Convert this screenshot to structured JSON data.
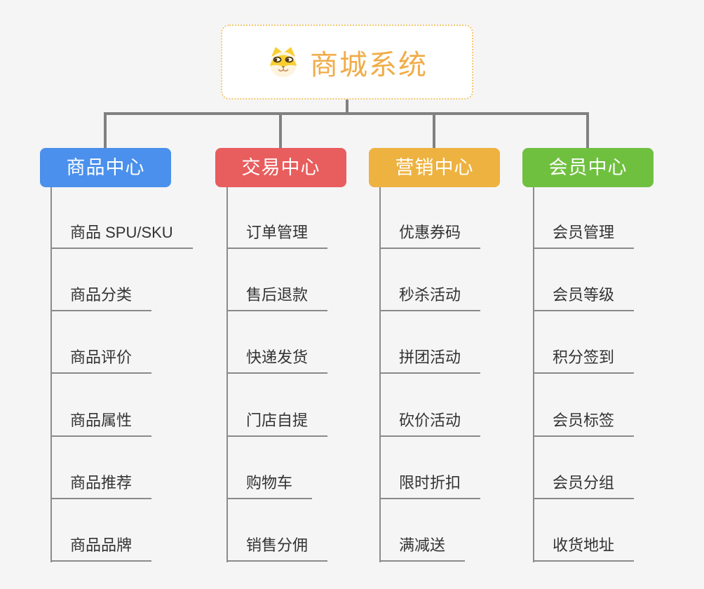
{
  "root": {
    "title": "商城系统",
    "icon": "dog-face-icon"
  },
  "colors": {
    "background": "#f5f5f6",
    "root_border": "#f2c76f",
    "root_title": "#f0ac48",
    "connector": "#818181",
    "leaf_line": "#8a8a8a",
    "leaf_text": "#333333",
    "branch_blue": "#4a90ec",
    "branch_red": "#e85d5d",
    "branch_orange": "#edb240",
    "branch_green": "#70c040"
  },
  "branches": [
    {
      "label": "商品中心",
      "color": "#4a90ec",
      "items": [
        "商品 SPU/SKU",
        "商品分类",
        "商品评价",
        "商品属性",
        "商品推荐",
        "商品品牌"
      ]
    },
    {
      "label": "交易中心",
      "color": "#e85d5d",
      "items": [
        "订单管理",
        "售后退款",
        "快递发货",
        "门店自提",
        "购物车",
        "销售分佣"
      ]
    },
    {
      "label": "营销中心",
      "color": "#edb240",
      "items": [
        "优惠券码",
        "秒杀活动",
        "拼团活动",
        "砍价活动",
        "限时折扣",
        "满减送"
      ]
    },
    {
      "label": "会员中心",
      "color": "#70c040",
      "items": [
        "会员管理",
        "会员等级",
        "积分签到",
        "会员标签",
        "会员分组",
        "收货地址"
      ]
    }
  ]
}
